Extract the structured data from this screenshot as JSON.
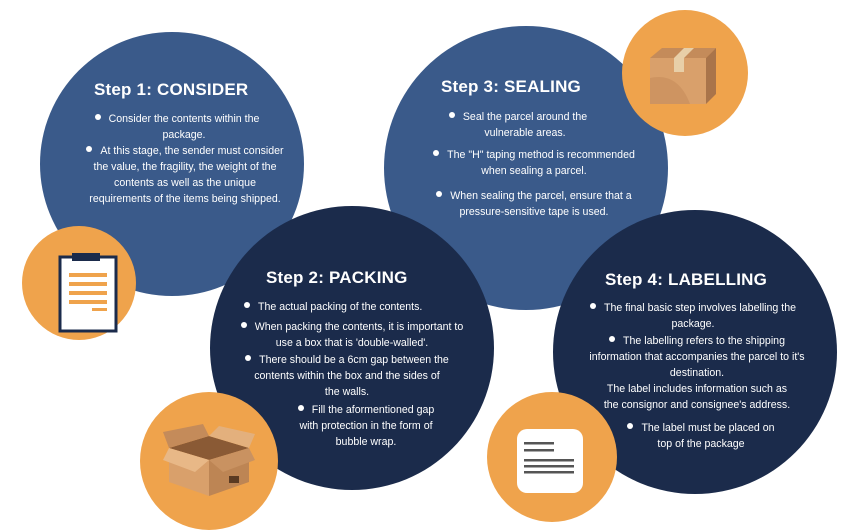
{
  "step1": {
    "title": "Step 1: CONSIDER",
    "b1_l1": "Consider the contents within the",
    "b1_l2": "package.",
    "b2_l1": "At this stage, the sender must consider",
    "b2_l2": "the value, the fragility, the weight of the",
    "b2_l3": "contents as well as the unique",
    "b2_l4": "requirements of the items being shipped."
  },
  "step2": {
    "title": "Step 2: PACKING",
    "b1_l1": "The actual packing of the contents.",
    "b2_l1": "When packing the contents, it is important to",
    "b2_l2": "use a box that is 'double-walled'.",
    "b3_l1": "There should be a 6cm gap between the",
    "b3_l2": "contents within the box and the sides of",
    "b3_l3": "the walls.",
    "b4_l1": "Fill the aformentioned gap",
    "b4_l2": "with protection in the form of",
    "b4_l3": "bubble wrap."
  },
  "step3": {
    "title": "Step 3: SEALING",
    "b1_l1": "Seal the parcel around the",
    "b1_l2": "vulnerable areas.",
    "b2_l1": "The \"H\" taping method is recommended",
    "b2_l2": "when sealing a parcel.",
    "b3_l1": "When sealing the parcel, ensure that a",
    "b3_l2": "pressure-sensitive tape is used."
  },
  "step4": {
    "title": "Step 4: LABELLING",
    "b1_l1": "The final basic step involves labelling the",
    "b1_l2": "package.",
    "b2_l1": "The labelling refers to the shipping",
    "b2_l2": "information that accompanies the parcel to it's",
    "b2_l3": "destination.",
    "b2_l4": "The label includes information such as",
    "b2_l5": "the consignor and consignee's address.",
    "b3_l1": "The label must be placed on",
    "b3_l2": "top of the package"
  },
  "icons": {
    "clipboard": "clipboard-icon",
    "open_box": "open-box-icon",
    "sealed_box": "sealed-box-icon",
    "label": "shipping-label-icon"
  },
  "colors": {
    "light_navy": "#3a5a8a",
    "dark_navy": "#1b2b4b",
    "orange": "#efa34c"
  }
}
